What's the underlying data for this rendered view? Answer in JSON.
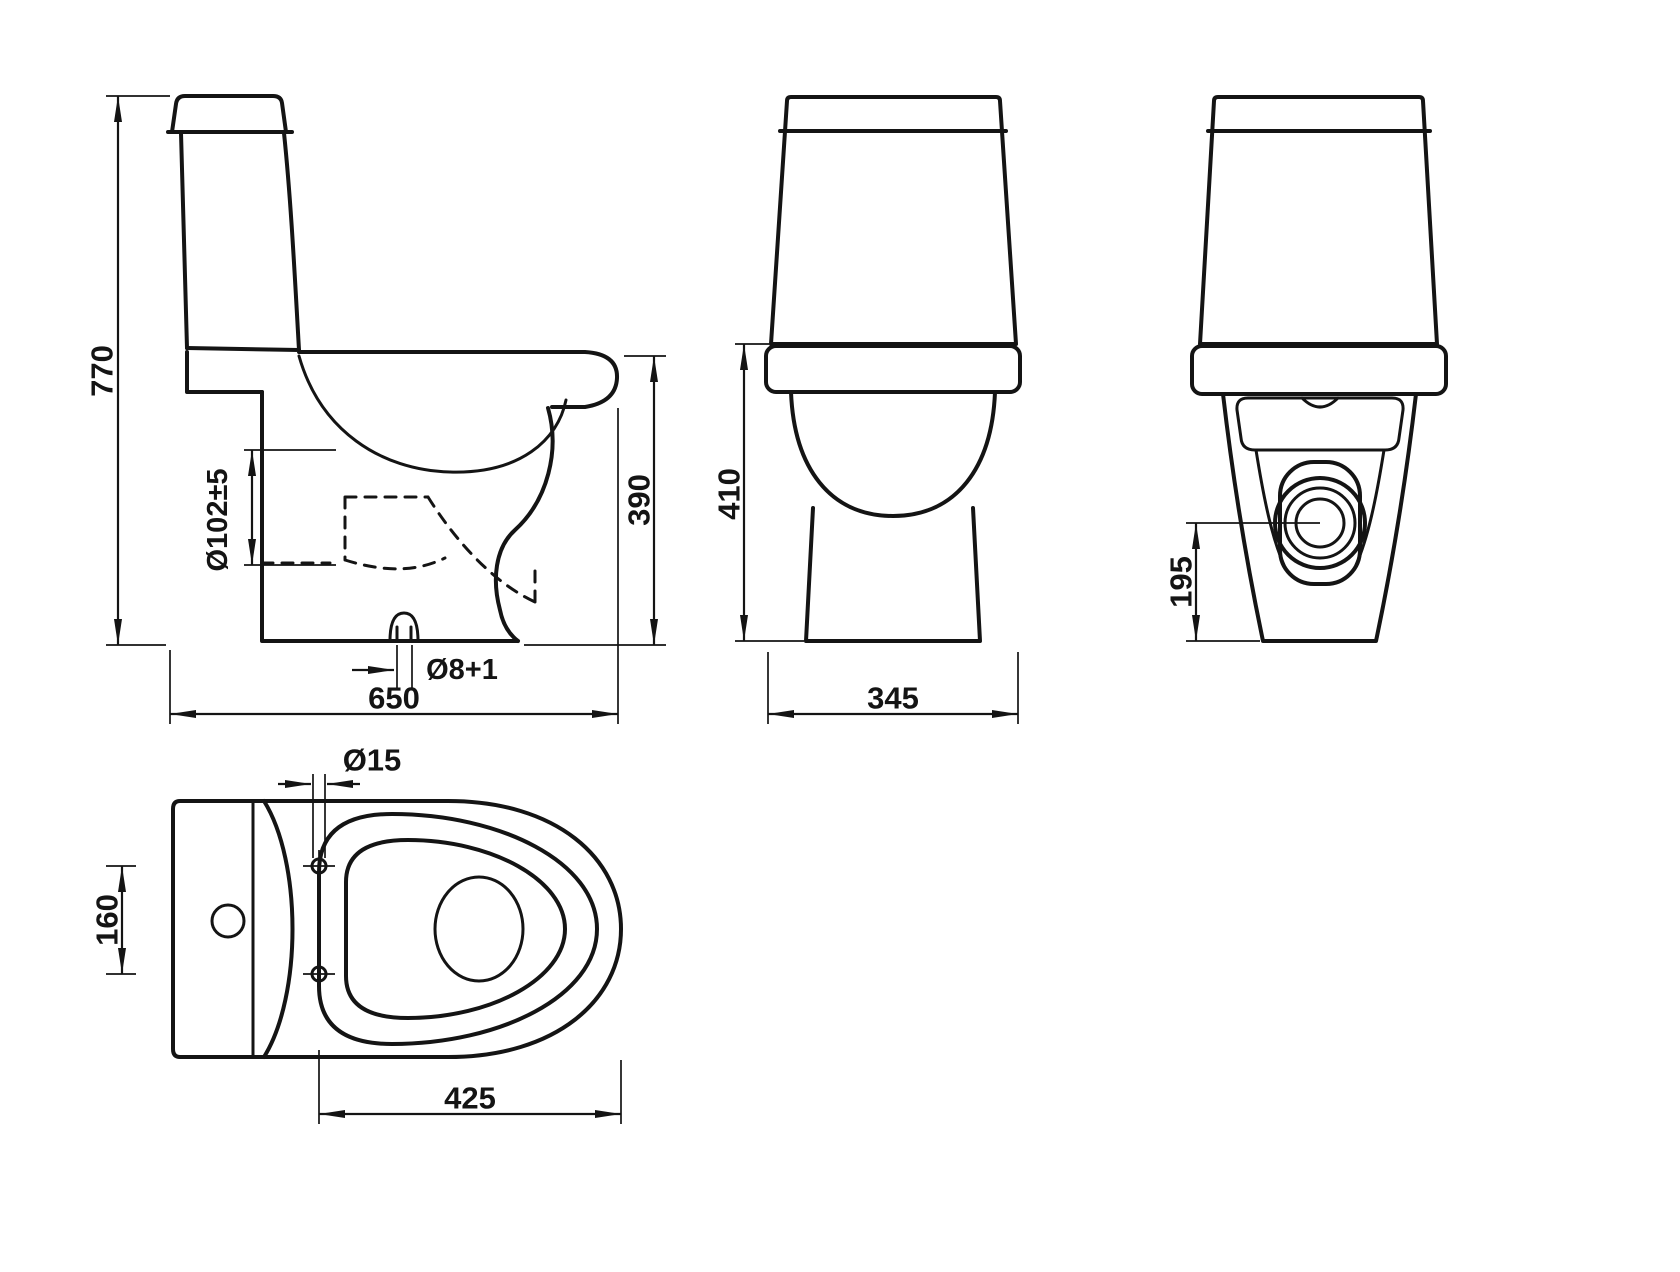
{
  "canvas": {
    "background": "#ffffff",
    "line_color": "#141414"
  },
  "side_view": {
    "height_overall": "770",
    "depth_overall": "650",
    "rim_height": "390",
    "trap_diameter": "Ø102±5",
    "fixing_hole_diameter": "Ø8+1"
  },
  "front_view": {
    "height_to_rim": "410",
    "width_overall": "345"
  },
  "rear_view": {
    "outlet_centre_height": "195"
  },
  "top_view": {
    "hinge_hole_diameter": "Ø15",
    "hinge_hole_spacing": "160",
    "seat_depth": "425"
  }
}
